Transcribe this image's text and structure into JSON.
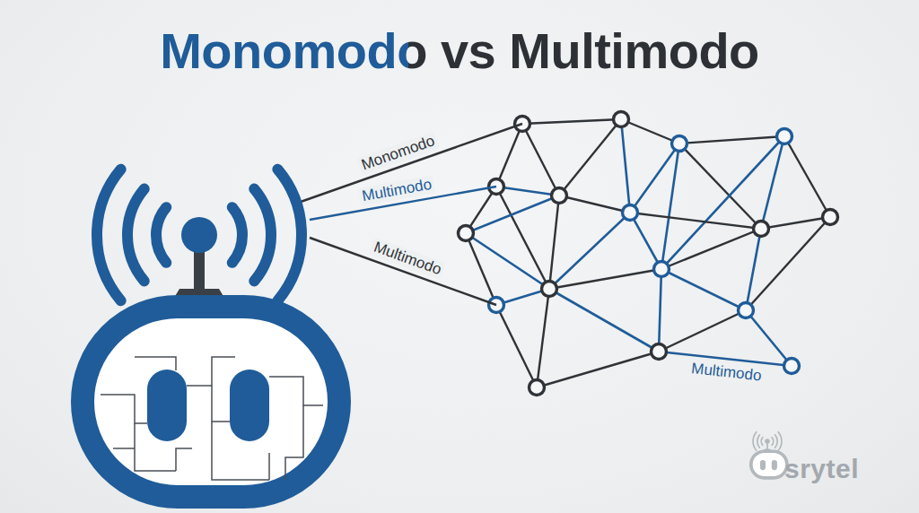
{
  "diagram": {
    "title": "Monomodo vs Multimodo",
    "labels": [
      "Monomodo",
      "Multimodo",
      "Multimodo",
      "Multimodo",
      "srytel"
    ]
  }
}
